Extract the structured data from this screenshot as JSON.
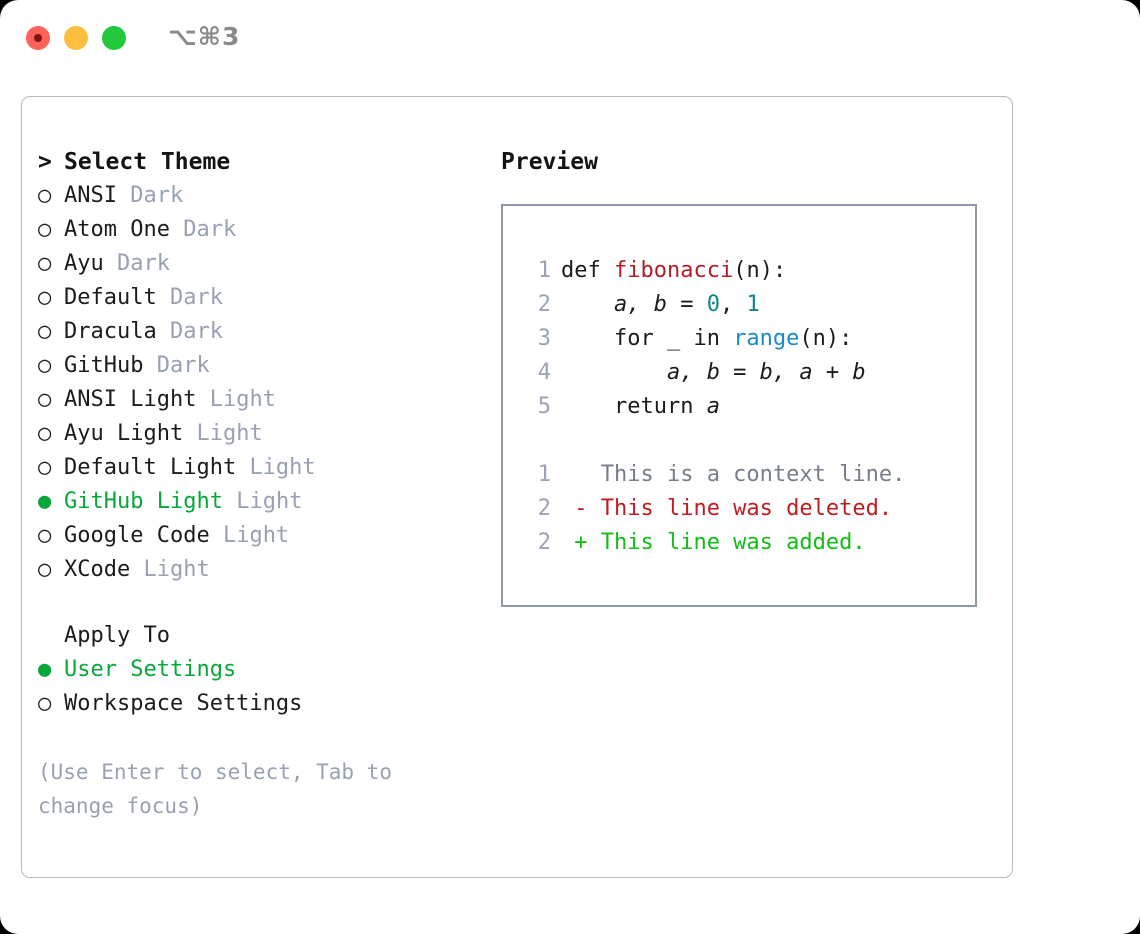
{
  "titlebar": {
    "shortcut": "⌥⌘3",
    "buttons": [
      {
        "name": "close",
        "color": "#ff6259"
      },
      {
        "name": "minimize",
        "color": "#fdbd3f"
      },
      {
        "name": "maximize",
        "color": "#22c93c"
      }
    ]
  },
  "theme_list": {
    "header_marker": ">",
    "header": "Select Theme",
    "bullet_unselected": "○",
    "bullet_selected": "●",
    "items": [
      {
        "name": "ANSI",
        "badge": "Dark",
        "selected": false
      },
      {
        "name": "Atom One",
        "badge": "Dark",
        "selected": false
      },
      {
        "name": "Ayu",
        "badge": "Dark",
        "selected": false
      },
      {
        "name": "Default",
        "badge": "Dark",
        "selected": false
      },
      {
        "name": "Dracula",
        "badge": "Dark",
        "selected": false
      },
      {
        "name": "GitHub",
        "badge": "Dark",
        "selected": false
      },
      {
        "name": "ANSI Light",
        "badge": "Light",
        "selected": false
      },
      {
        "name": "Ayu Light",
        "badge": "Light",
        "selected": false
      },
      {
        "name": "Default Light",
        "badge": "Light",
        "selected": false
      },
      {
        "name": "GitHub Light",
        "badge": "Light",
        "selected": true
      },
      {
        "name": "Google Code",
        "badge": "Light",
        "selected": false
      },
      {
        "name": "XCode",
        "badge": "Light",
        "selected": false
      }
    ]
  },
  "apply_to": {
    "title": "Apply To",
    "options": [
      {
        "label": "User Settings",
        "selected": true
      },
      {
        "label": "Workspace Settings",
        "selected": false
      }
    ]
  },
  "hint": "(Use Enter to select, Tab to change focus)",
  "preview": {
    "title": "Preview",
    "code_lines": [
      {
        "ln": "1",
        "tokens": [
          {
            "t": "def ",
            "k": "kw"
          },
          {
            "t": "fibonacci",
            "k": "fn"
          },
          {
            "t": "(n):",
            "k": "plain"
          }
        ]
      },
      {
        "ln": "2",
        "tokens": [
          {
            "t": "    a, b = ",
            "k": "var"
          },
          {
            "t": "0",
            "k": "num"
          },
          {
            "t": ", ",
            "k": "plain"
          },
          {
            "t": "1",
            "k": "num"
          }
        ]
      },
      {
        "ln": "3",
        "tokens": [
          {
            "t": "    for _ in ",
            "k": "plain"
          },
          {
            "t": "range",
            "k": "call"
          },
          {
            "t": "(n):",
            "k": "plain"
          }
        ]
      },
      {
        "ln": "4",
        "tokens": [
          {
            "t": "        a, b = b, a + b",
            "k": "var"
          }
        ]
      },
      {
        "ln": "5",
        "tokens": [
          {
            "t": "    return ",
            "k": "plain"
          },
          {
            "t": "a",
            "k": "var"
          }
        ]
      }
    ],
    "diff_lines": [
      {
        "ln": "1",
        "sign": " ",
        "text": "This is a context line.",
        "kind": "context"
      },
      {
        "ln": "2",
        "sign": "-",
        "text": "This line was deleted.",
        "kind": "deleted"
      },
      {
        "ln": "2",
        "sign": "+",
        "text": "This line was added.",
        "kind": "added"
      }
    ]
  },
  "colors": {
    "accent_green": "#07a73a",
    "muted_blue_gray": "#98a1b2",
    "panel_border": "#b2bac6",
    "preview_border": "#8e98a8",
    "syntax_function": "#b31d28",
    "syntax_number": "#0d8685",
    "syntax_call": "#1a8ac7",
    "diff_deleted": "#c01b20",
    "diff_added": "#13bd18",
    "diff_context": "#767e88"
  }
}
